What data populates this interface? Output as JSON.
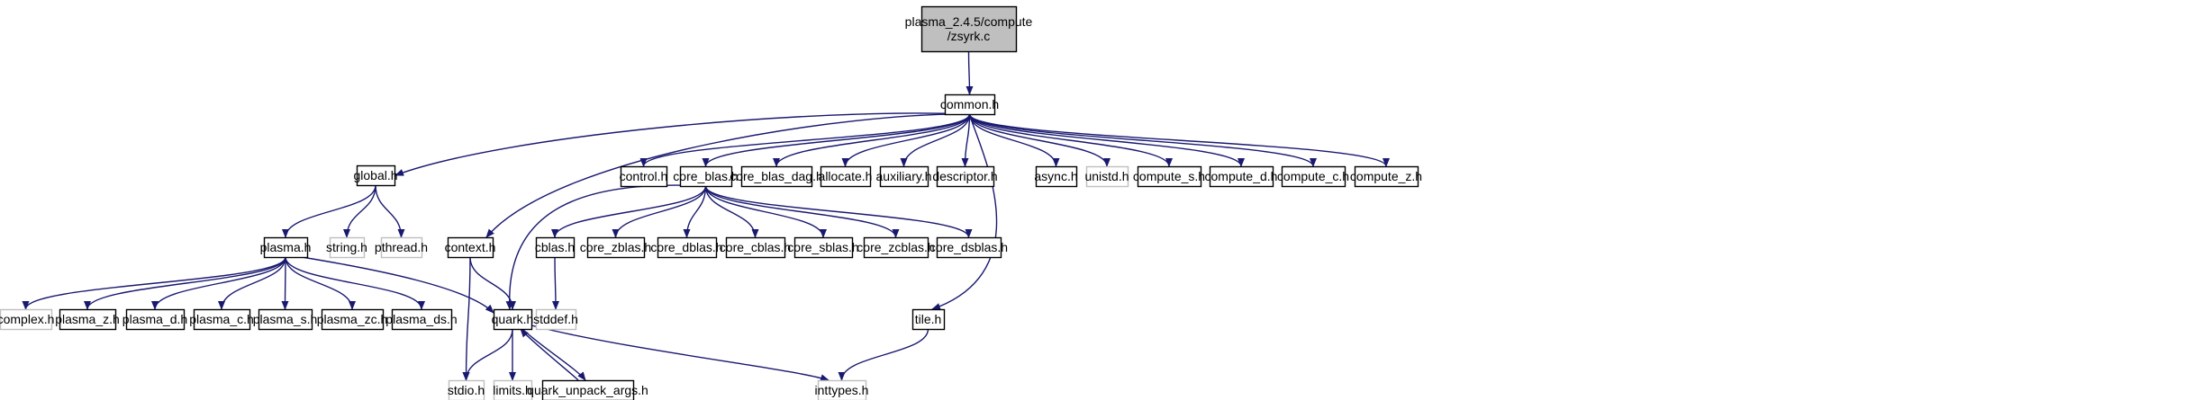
{
  "colors": {
    "edge": "#191970",
    "root_fill": "#bfbfbf",
    "node_border": "#000000",
    "system_border": "#bfbfbf",
    "text": "#000000",
    "background": "#ffffff"
  },
  "graph": {
    "nodes": [
      {
        "id": "root",
        "lines": [
          "plasma_2.4.5/compute",
          "/zsyrk.c"
        ],
        "kind": "root"
      },
      {
        "id": "common",
        "lines": [
          "common.h"
        ],
        "kind": "header"
      },
      {
        "id": "global",
        "lines": [
          "global.h"
        ],
        "kind": "header"
      },
      {
        "id": "control",
        "lines": [
          "control.h"
        ],
        "kind": "header"
      },
      {
        "id": "core_blas",
        "lines": [
          "core_blas.h"
        ],
        "kind": "header"
      },
      {
        "id": "core_blas_dag",
        "lines": [
          "core_blas_dag.h"
        ],
        "kind": "header"
      },
      {
        "id": "allocate",
        "lines": [
          "allocate.h"
        ],
        "kind": "header"
      },
      {
        "id": "auxiliary",
        "lines": [
          "auxiliary.h"
        ],
        "kind": "header"
      },
      {
        "id": "descriptor",
        "lines": [
          "descriptor.h"
        ],
        "kind": "header"
      },
      {
        "id": "async",
        "lines": [
          "async.h"
        ],
        "kind": "header"
      },
      {
        "id": "unistd",
        "lines": [
          "unistd.h"
        ],
        "kind": "system"
      },
      {
        "id": "compute_s",
        "lines": [
          "compute_s.h"
        ],
        "kind": "header"
      },
      {
        "id": "compute_d",
        "lines": [
          "compute_d.h"
        ],
        "kind": "header"
      },
      {
        "id": "compute_c",
        "lines": [
          "compute_c.h"
        ],
        "kind": "header"
      },
      {
        "id": "compute_z",
        "lines": [
          "compute_z.h"
        ],
        "kind": "header"
      },
      {
        "id": "plasma",
        "lines": [
          "plasma.h"
        ],
        "kind": "header"
      },
      {
        "id": "string",
        "lines": [
          "string.h"
        ],
        "kind": "system"
      },
      {
        "id": "pthread",
        "lines": [
          "pthread.h"
        ],
        "kind": "system"
      },
      {
        "id": "context",
        "lines": [
          "context.h"
        ],
        "kind": "header"
      },
      {
        "id": "cblas",
        "lines": [
          "cblas.h"
        ],
        "kind": "header"
      },
      {
        "id": "core_zblas",
        "lines": [
          "core_zblas.h"
        ],
        "kind": "header"
      },
      {
        "id": "core_dblas",
        "lines": [
          "core_dblas.h"
        ],
        "kind": "header"
      },
      {
        "id": "core_cblas",
        "lines": [
          "core_cblas.h"
        ],
        "kind": "header"
      },
      {
        "id": "core_sblas",
        "lines": [
          "core_sblas.h"
        ],
        "kind": "header"
      },
      {
        "id": "core_zcblas",
        "lines": [
          "core_zcblas.h"
        ],
        "kind": "header"
      },
      {
        "id": "core_dsblas",
        "lines": [
          "core_dsblas.h"
        ],
        "kind": "header"
      },
      {
        "id": "complex",
        "lines": [
          "complex.h"
        ],
        "kind": "system"
      },
      {
        "id": "plasma_z",
        "lines": [
          "plasma_z.h"
        ],
        "kind": "header"
      },
      {
        "id": "plasma_d",
        "lines": [
          "plasma_d.h"
        ],
        "kind": "header"
      },
      {
        "id": "plasma_c",
        "lines": [
          "plasma_c.h"
        ],
        "kind": "header"
      },
      {
        "id": "plasma_s",
        "lines": [
          "plasma_s.h"
        ],
        "kind": "header"
      },
      {
        "id": "plasma_zc",
        "lines": [
          "plasma_zc.h"
        ],
        "kind": "header"
      },
      {
        "id": "plasma_ds",
        "lines": [
          "plasma_ds.h"
        ],
        "kind": "header"
      },
      {
        "id": "quark",
        "lines": [
          "quark.h"
        ],
        "kind": "header"
      },
      {
        "id": "stddef",
        "lines": [
          "stddef.h"
        ],
        "kind": "system"
      },
      {
        "id": "tile",
        "lines": [
          "tile.h"
        ],
        "kind": "header"
      },
      {
        "id": "stdio",
        "lines": [
          "stdio.h"
        ],
        "kind": "system"
      },
      {
        "id": "limits",
        "lines": [
          "limits.h"
        ],
        "kind": "system"
      },
      {
        "id": "quark_unpack_args",
        "lines": [
          "quark_unpack_args.h"
        ],
        "kind": "header"
      },
      {
        "id": "inttypes",
        "lines": [
          "inttypes.h"
        ],
        "kind": "system"
      }
    ],
    "edges": [
      [
        "root",
        "common"
      ],
      [
        "common",
        "global"
      ],
      [
        "common",
        "control"
      ],
      [
        "common",
        "core_blas"
      ],
      [
        "common",
        "core_blas_dag"
      ],
      [
        "common",
        "allocate"
      ],
      [
        "common",
        "auxiliary"
      ],
      [
        "common",
        "descriptor"
      ],
      [
        "common",
        "async"
      ],
      [
        "common",
        "unistd"
      ],
      [
        "common",
        "compute_s"
      ],
      [
        "common",
        "compute_d"
      ],
      [
        "common",
        "compute_c"
      ],
      [
        "common",
        "compute_z"
      ],
      [
        "common",
        "context"
      ],
      [
        "common",
        "tile"
      ],
      [
        "global",
        "plasma"
      ],
      [
        "global",
        "string"
      ],
      [
        "global",
        "pthread"
      ],
      [
        "plasma",
        "complex"
      ],
      [
        "plasma",
        "plasma_z"
      ],
      [
        "plasma",
        "plasma_d"
      ],
      [
        "plasma",
        "plasma_c"
      ],
      [
        "plasma",
        "plasma_s"
      ],
      [
        "plasma",
        "plasma_zc"
      ],
      [
        "plasma",
        "plasma_ds"
      ],
      [
        "plasma",
        "quark"
      ],
      [
        "core_blas",
        "cblas"
      ],
      [
        "core_blas",
        "core_zblas"
      ],
      [
        "core_blas",
        "core_dblas"
      ],
      [
        "core_blas",
        "core_cblas"
      ],
      [
        "core_blas",
        "core_sblas"
      ],
      [
        "core_blas",
        "core_zcblas"
      ],
      [
        "core_blas",
        "core_dsblas"
      ],
      [
        "core_blas",
        "quark"
      ],
      [
        "cblas",
        "stddef"
      ],
      [
        "context",
        "quark"
      ],
      [
        "context",
        "stdio"
      ],
      [
        "quark",
        "stdio"
      ],
      [
        "quark",
        "limits"
      ],
      [
        "quark",
        "quark_unpack_args"
      ],
      [
        "quark",
        "inttypes"
      ],
      [
        "quark_unpack_args",
        "quark"
      ],
      [
        "tile",
        "inttypes"
      ]
    ]
  }
}
